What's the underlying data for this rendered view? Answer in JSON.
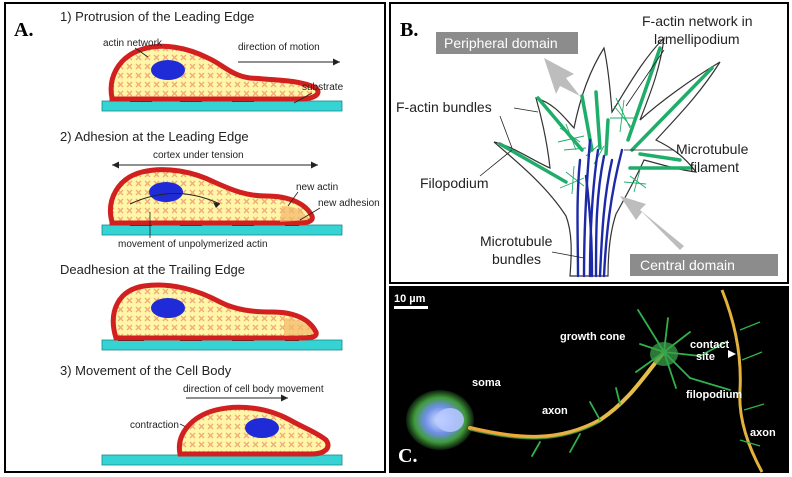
{
  "panel_a": {
    "letter": "A.",
    "step1": {
      "title": "1) Protrusion of the Leading Edge",
      "actin_network": "actin network",
      "direction_of_motion": "direction of motion",
      "substrate": "substrate"
    },
    "step2": {
      "title": "2) Adhesion at the Leading Edge",
      "cortex": "cortex under tension",
      "new_actin": "new actin",
      "new_adhesion": "new adhesion",
      "unpolymerized": "movement of unpolymerized actin"
    },
    "step3": {
      "title": "Deadhesion at the Trailing Edge"
    },
    "step4": {
      "title": "3) Movement of the Cell Body",
      "direction_body": "direction of cell body movement",
      "contraction": "contraction"
    }
  },
  "panel_b": {
    "letter": "B.",
    "peripheral": "Peripheral domain",
    "factin_network_1": "F-actin network in",
    "factin_network_2": "lamellipodium",
    "factin_bundles": "F-actin bundles",
    "microtubule_filament_1": "Microtubule",
    "microtubule_filament_2": "filament",
    "filopodium": "Filopodium",
    "microtubule_bundles_1": "Microtubule",
    "microtubule_bundles_2": "bundles",
    "central": "Central domain"
  },
  "panel_c": {
    "letter": "C.",
    "scale": "10 µm",
    "growth_cone": "growth cone",
    "contact_1": "contact",
    "contact_2": "site",
    "soma": "soma",
    "axon_left": "axon",
    "filopodium": "filopodium",
    "axon_right": "axon"
  },
  "colors": {
    "cell_fill": "#fff6a8",
    "cell_outline": "#d21f1f",
    "nucleus": "#1f2bd6",
    "substrate": "#35d3d3",
    "actin_green": "#1fae6a",
    "microtubule": "#1d2aa8",
    "domain_box": "#8c8c8c"
  }
}
